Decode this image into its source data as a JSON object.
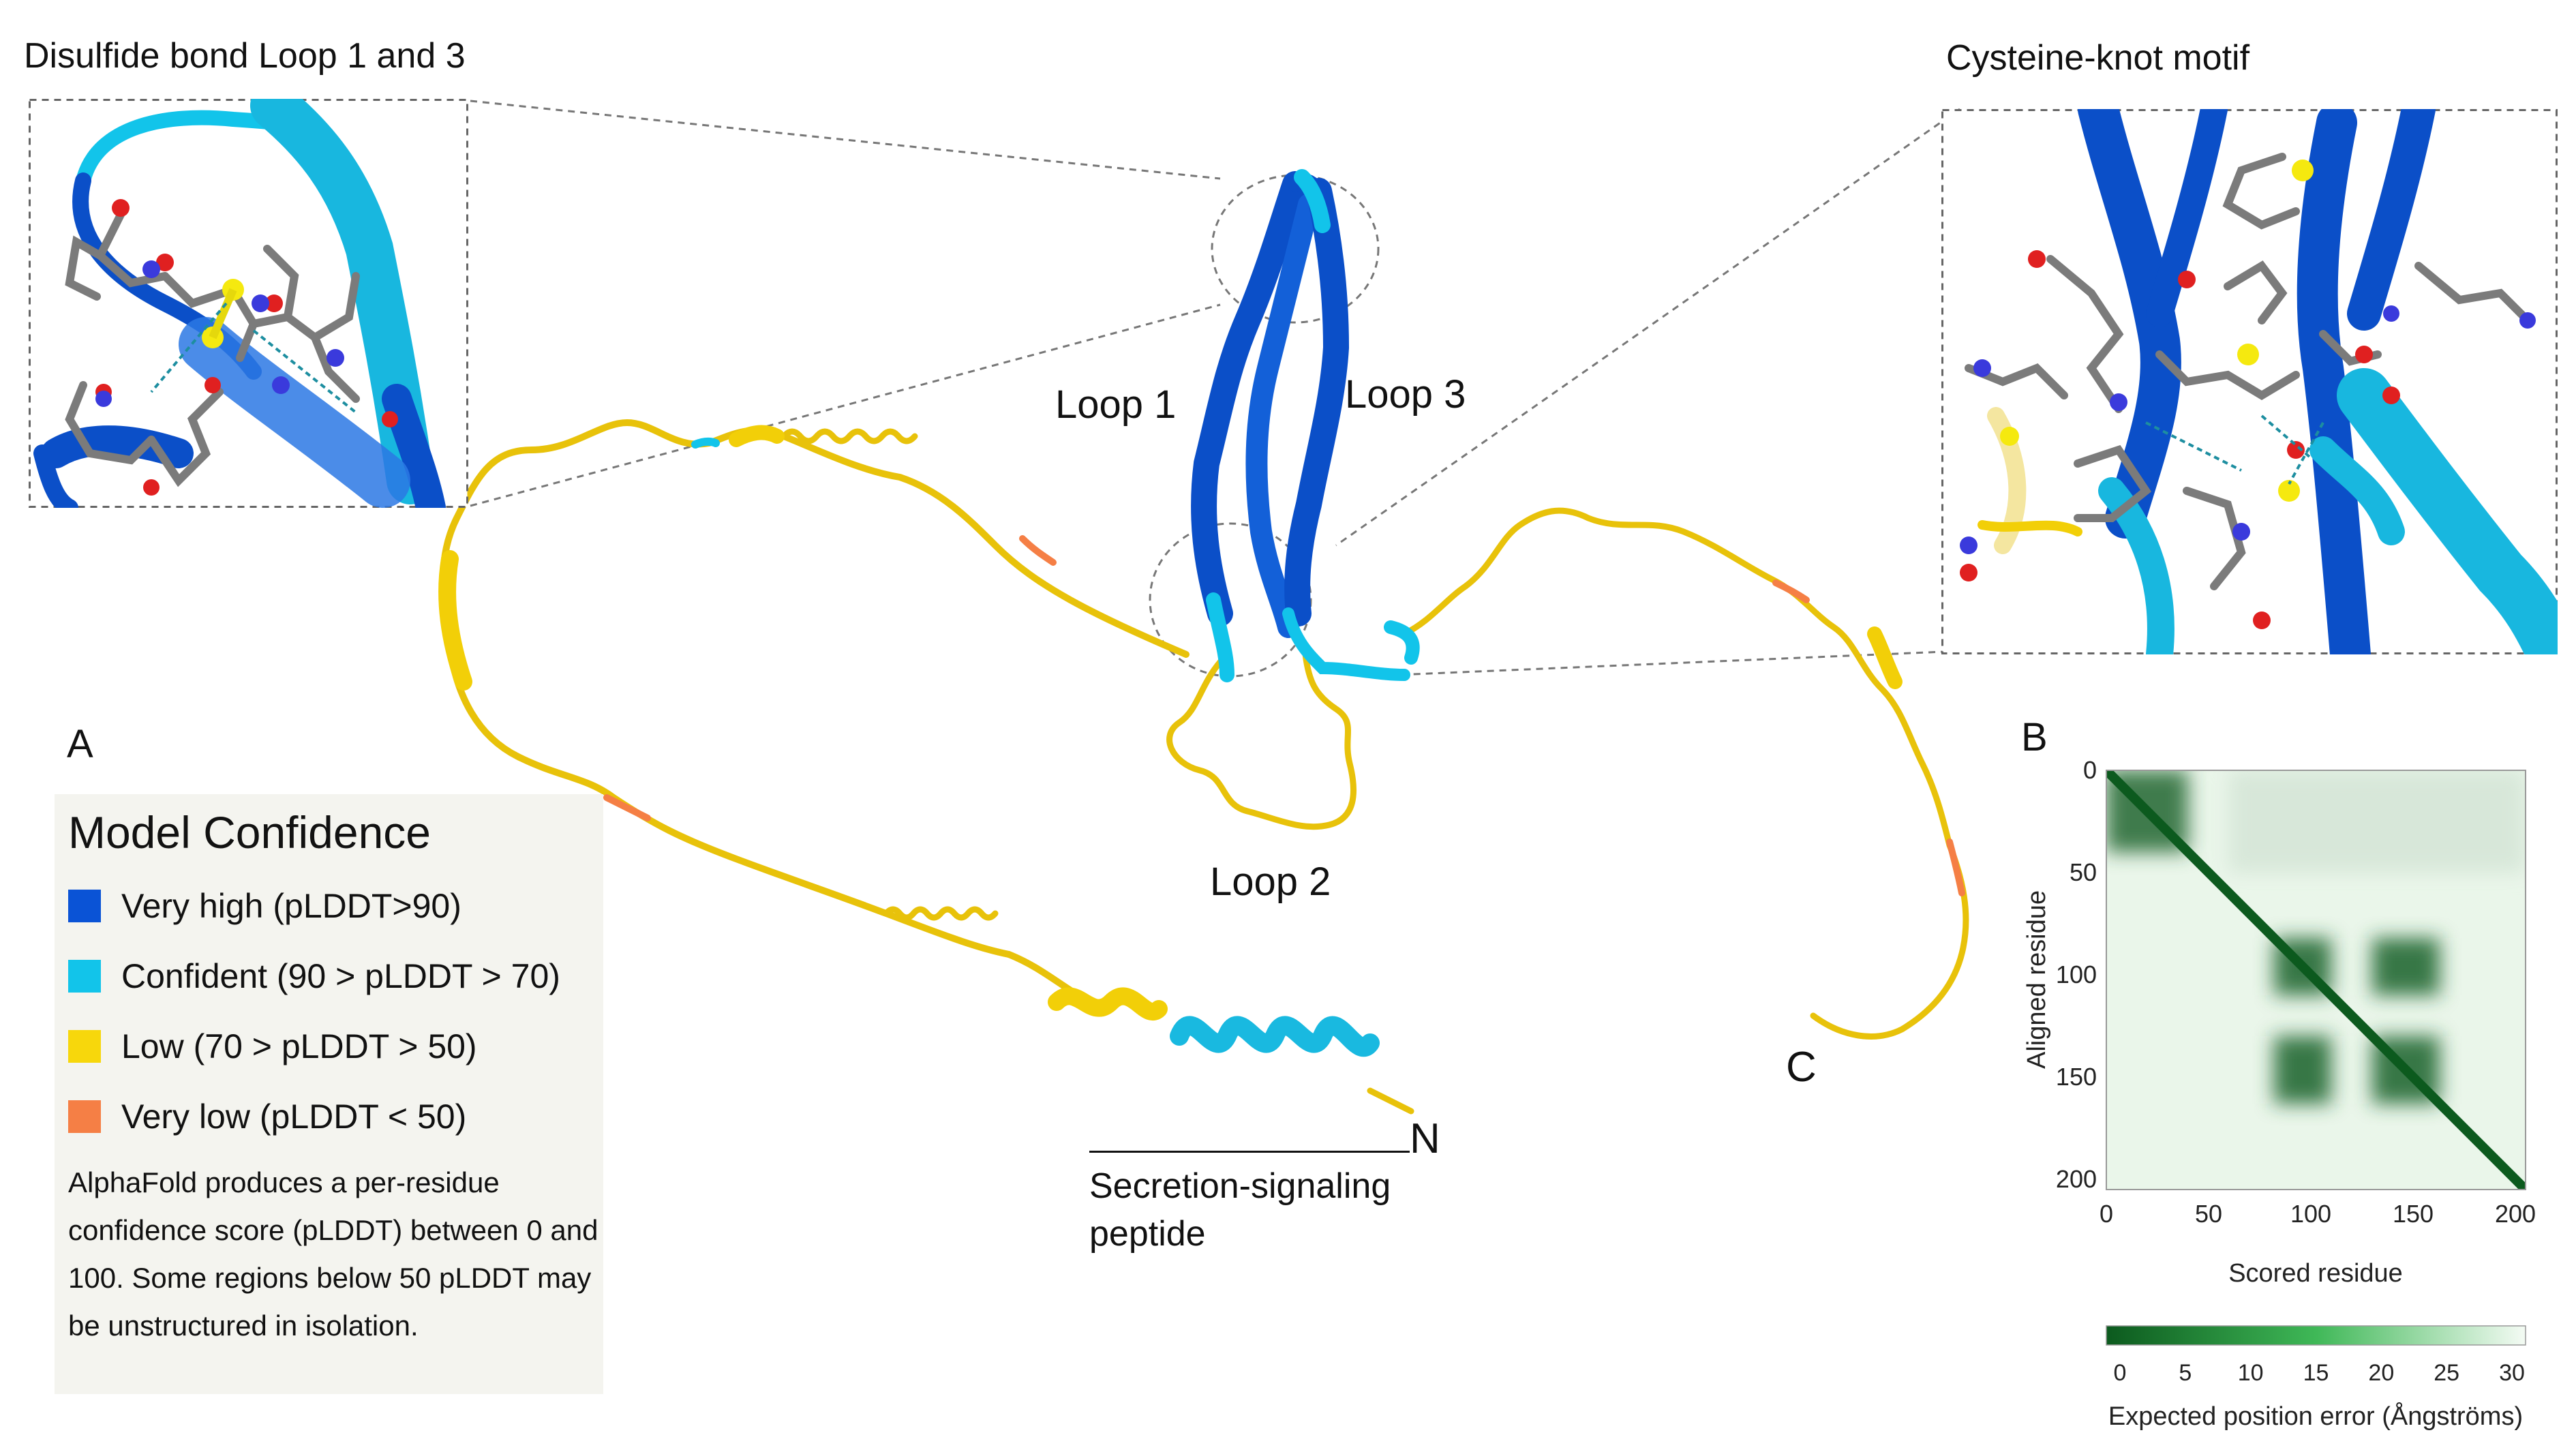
{
  "insets": {
    "left_title": "Disulfide bond Loop 1 and 3",
    "right_title": "Cysteine-knot motif"
  },
  "structure_labels": {
    "loop1": "Loop 1",
    "loop2": "Loop 2",
    "loop3": "Loop 3",
    "n_terminus": "N",
    "c_terminus": "C",
    "signal_peptide": "Secretion-signaling peptide",
    "signal_peptide_line1": "Secretion-signaling",
    "signal_peptide_line2": "peptide"
  },
  "panel_letters": {
    "a": "A",
    "b": "B"
  },
  "legend": {
    "title": "Model Confidence",
    "items": [
      {
        "label": "Very high (pLDDT>90)",
        "color": "#0a53d6"
      },
      {
        "label": "Confident (90 > pLDDT > 70)",
        "color": "#12c4ea"
      },
      {
        "label": "Low (70 > pLDDT > 50)",
        "color": "#f7d70c"
      },
      {
        "label": "Very low (pLDDT < 50)",
        "color": "#f57f45"
      }
    ],
    "note": "AlphaFold produces a per-residue confidence score (pLDDT) between 0 and 100. Some regions below 50 pLDDT may be unstructured in isolation."
  },
  "colors": {
    "very_high": "#0a53d6",
    "confident": "#12c4ea",
    "low": "#f7d70c",
    "very_low": "#f57f45",
    "pae_dark": "#0c5a1e",
    "pae_light": "#f4fbf4"
  },
  "chart_data": {
    "type": "heatmap",
    "title": "",
    "xlabel": "Scored residue",
    "ylabel": "Aligned residue",
    "xlim": [
      0,
      205
    ],
    "ylim": [
      0,
      205
    ],
    "x_ticks": [
      0,
      50,
      100,
      150,
      200
    ],
    "y_ticks": [
      0,
      50,
      100,
      150,
      200
    ],
    "colorbar": {
      "label": "Expected position error (Ångströms)",
      "ticks": [
        0,
        5,
        10,
        15,
        20,
        25,
        30
      ],
      "range": [
        0,
        30
      ]
    },
    "blocks": [
      {
        "x": [
          60,
          205
        ],
        "y": [
          0,
          50
        ],
        "value": 26
      },
      {
        "x": [
          82,
          110
        ],
        "y": [
          82,
          110
        ],
        "value": 3
      },
      {
        "x": [
          82,
          110
        ],
        "y": [
          130,
          163
        ],
        "value": 3
      },
      {
        "x": [
          130,
          163
        ],
        "y": [
          82,
          110
        ],
        "value": 3
      },
      {
        "x": [
          130,
          163
        ],
        "y": [
          130,
          163
        ],
        "value": 3
      },
      {
        "x": [
          0,
          40
        ],
        "y": [
          0,
          40
        ],
        "value": 4
      }
    ],
    "diagonal_value": 0
  }
}
